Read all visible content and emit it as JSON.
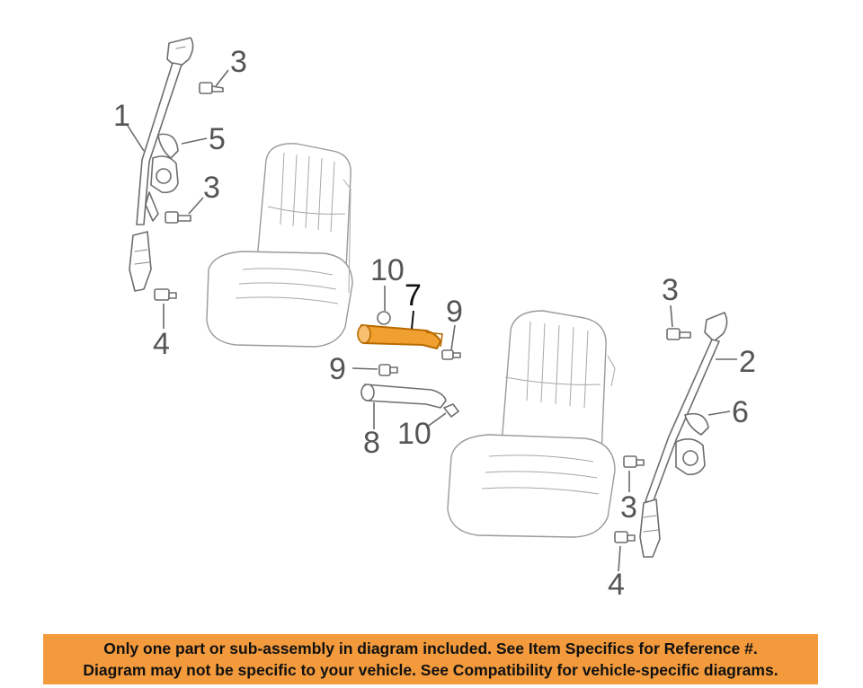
{
  "diagram": {
    "callouts": {
      "c1": "1",
      "c2": "2",
      "c3a": "3",
      "c3b": "3",
      "c3c": "3",
      "c3d": "3",
      "c4a": "4",
      "c4b": "4",
      "c5": "5",
      "c6": "6",
      "c7": "7",
      "c8": "8",
      "c9a": "9",
      "c9b": "9",
      "c10a": "10",
      "c10b": "10"
    },
    "highlighted_part": "7",
    "colors": {
      "highlight_fill": "#f0a030",
      "highlight_stroke": "#b86a00",
      "line_art": "#6e6e6e",
      "banner": "#f39a3c"
    }
  },
  "notice": {
    "line1": "Only one part or sub-assembly in diagram included. See Item Specifics for Reference #.",
    "line2": "Diagram may not be specific to your vehicle. See Compatibility for vehicle-specific diagrams."
  }
}
